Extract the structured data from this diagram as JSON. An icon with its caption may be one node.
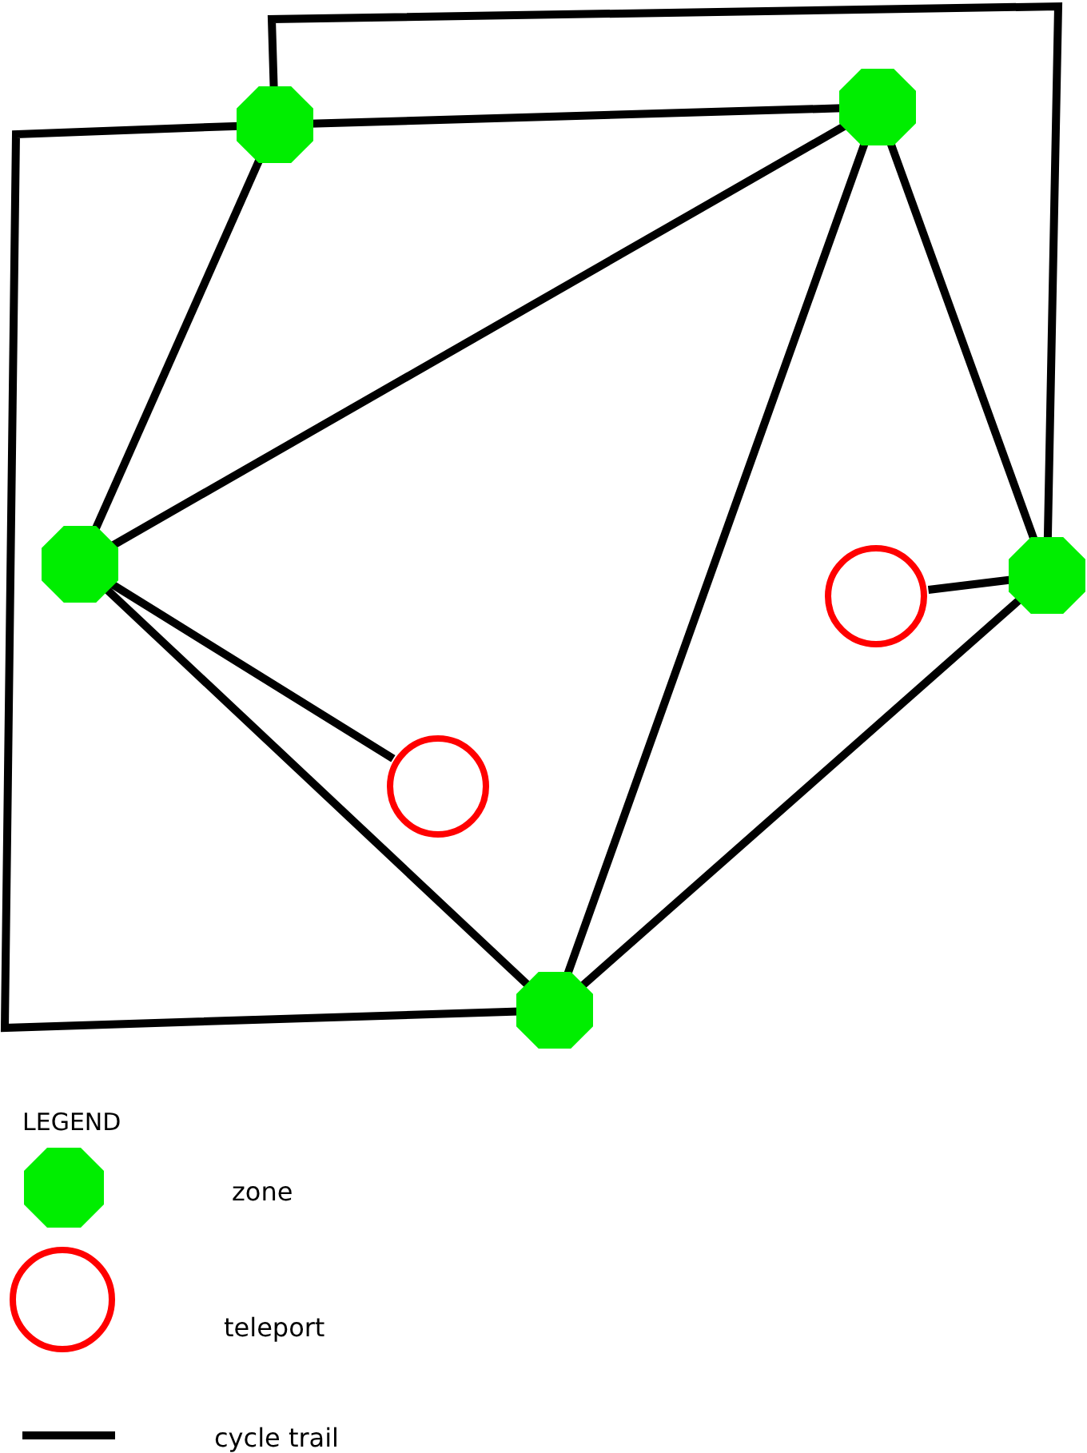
{
  "diagram": {
    "nodes": [
      {
        "text": [],
        "shape": "octagon"
      },
      {
        "text": [],
        "shape": "octagon"
      },
      {
        "text": [],
        "shape": "octagon"
      },
      {
        "text": [],
        "shape": "octagon"
      },
      {
        "text": [],
        "shape": "octagon"
      },
      {
        "text": [],
        "shape": "circle"
      },
      {
        "text": [],
        "shape": "circle"
      }
    ],
    "edges": [
      {
        "from": 0,
        "to": 2,
        "arrow": "none"
      },
      {
        "from": 2,
        "to": 1,
        "arrow": "none"
      },
      {
        "from": 1,
        "to": 4,
        "arrow": "none"
      },
      {
        "from": 1,
        "to": 3,
        "arrow": "none"
      },
      {
        "from": 3,
        "to": 4,
        "arrow": "none"
      },
      {
        "from": 2,
        "to": 4,
        "arrow": "none"
      },
      {
        "from": 2,
        "to": 5,
        "arrow": "none"
      },
      {
        "from": 3,
        "to": 6,
        "arrow": "none"
      },
      {
        "from": 0,
        "to": 1,
        "arrow": "none"
      },
      {
        "from": 0,
        "to": 3,
        "arrow": "none"
      },
      {
        "from": 0,
        "to": 4,
        "arrow": "none"
      }
    ],
    "labels": [
      "LEGEND"
    ],
    "legend": [
      {
        "text": "zone"
      },
      {
        "text": "teleport"
      },
      {
        "text": "cycle trail"
      }
    ]
  }
}
